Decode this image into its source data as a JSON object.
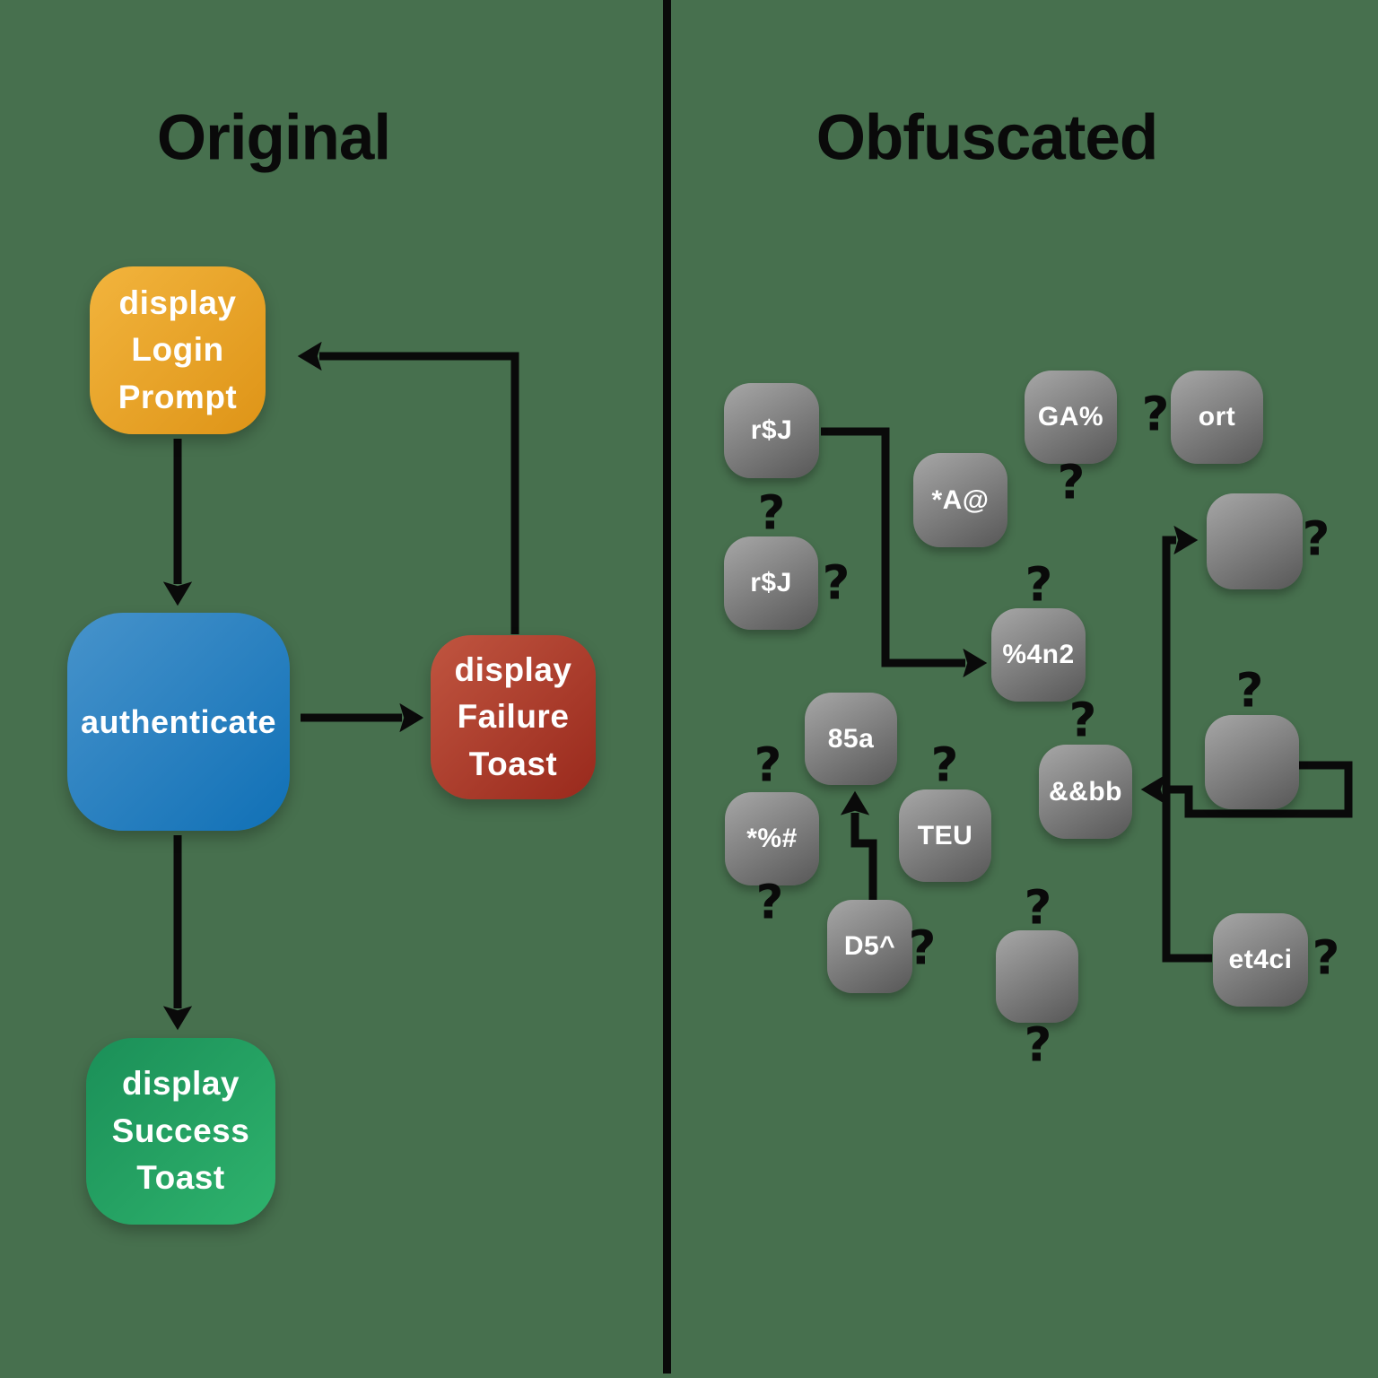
{
  "titles": {
    "left": "Original",
    "right": "Obfuscated"
  },
  "original": {
    "nodes": [
      {
        "id": "login-prompt",
        "lines": [
          "display",
          "Login",
          "Prompt"
        ]
      },
      {
        "id": "authenticate",
        "lines": [
          "authenticate"
        ]
      },
      {
        "id": "failure-toast",
        "lines": [
          "display",
          "Failure",
          "Toast"
        ]
      },
      {
        "id": "success-toast",
        "lines": [
          "display",
          "Success",
          "Toast"
        ]
      }
    ]
  },
  "obfuscated": {
    "question_mark": "?",
    "nodes": [
      {
        "id": "n1",
        "label": "r$J"
      },
      {
        "id": "n2",
        "label": "GA%"
      },
      {
        "id": "n3",
        "label": "ort"
      },
      {
        "id": "n4",
        "label": "*A@"
      },
      {
        "id": "n5",
        "label": "r$J"
      },
      {
        "id": "n6",
        "label": ""
      },
      {
        "id": "n7",
        "label": "%4n2"
      },
      {
        "id": "n8",
        "label": "85a"
      },
      {
        "id": "n9",
        "label": ""
      },
      {
        "id": "n10",
        "label": "*%#"
      },
      {
        "id": "n11",
        "label": "TEU"
      },
      {
        "id": "n12",
        "label": "&&bb"
      },
      {
        "id": "n13",
        "label": "D5^"
      },
      {
        "id": "n14",
        "label": ""
      },
      {
        "id": "n15",
        "label": "et4ci"
      }
    ]
  },
  "colors": {
    "bg": "#47704e",
    "ink": "#0a0a0a",
    "node_text": "#ffffff",
    "yellow_from": "#f2b43d",
    "yellow_to": "#de9417",
    "blue_from": "#4793cb",
    "blue_to": "#1070b6",
    "red_from": "#c05540",
    "red_to": "#99291c",
    "green_from": "#1b8f58",
    "green_to": "#2eb36d",
    "gray_from": "#a7a7a7",
    "gray_to": "#575757"
  }
}
